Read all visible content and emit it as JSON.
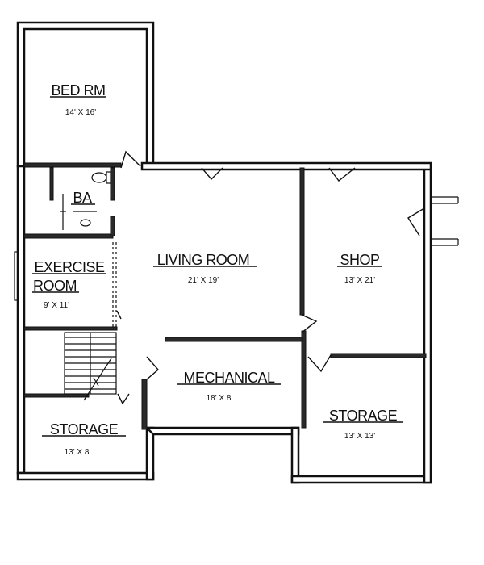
{
  "rooms": {
    "bed_rm": {
      "name": "BED RM",
      "dim": "14' X 16'"
    },
    "ba": {
      "name": "BA"
    },
    "exercise": {
      "name_line1": "EXERCISE",
      "name_line2": "ROOM",
      "dim": "9' X 11'"
    },
    "living": {
      "name": "LIVING ROOM",
      "dim": "21' X 19'"
    },
    "shop": {
      "name": "SHOP",
      "dim": "13' X 21'"
    },
    "mechanical": {
      "name": "MECHANICAL",
      "dim": "18' X 8'"
    },
    "storage_left": {
      "name": "STORAGE",
      "dim": "13' X 8'"
    },
    "storage_right": {
      "name": "STORAGE",
      "dim": "13' X 13'"
    }
  },
  "colors": {
    "wall": "#111111",
    "background": "#ffffff"
  }
}
